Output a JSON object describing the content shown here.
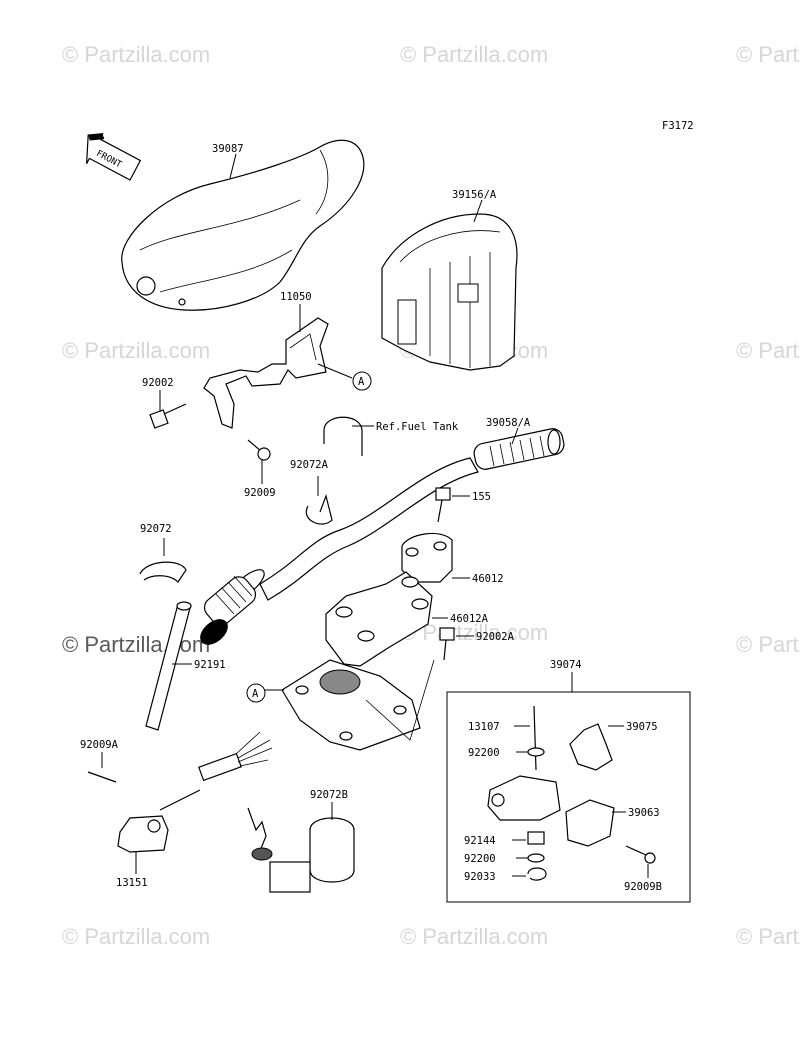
{
  "diagram_code": "F3172",
  "watermark_text": "© Partzilla.com",
  "front_label": "FRONT",
  "callout_letter": "A",
  "ref_note": "Ref.Fuel Tank",
  "group_label": "39074",
  "parts": {
    "p39087": "39087",
    "p39156A": "39156/A",
    "p11050": "11050",
    "p92002": "92002",
    "p92009": "92009",
    "p92072A": "92072A",
    "p39058A": "39058/A",
    "p155": "155",
    "p92072": "92072",
    "p46012": "46012",
    "p46012A": "46012A",
    "p92002A": "92002A",
    "p92191": "92191",
    "p92009A": "92009A",
    "p13151": "13151",
    "p92072B": "92072B",
    "p13107": "13107",
    "p39075": "39075",
    "p92200a": "92200",
    "p39063": "39063",
    "p92144": "92144",
    "p92200b": "92200",
    "p92033": "92033",
    "p92009B": "92009B"
  }
}
